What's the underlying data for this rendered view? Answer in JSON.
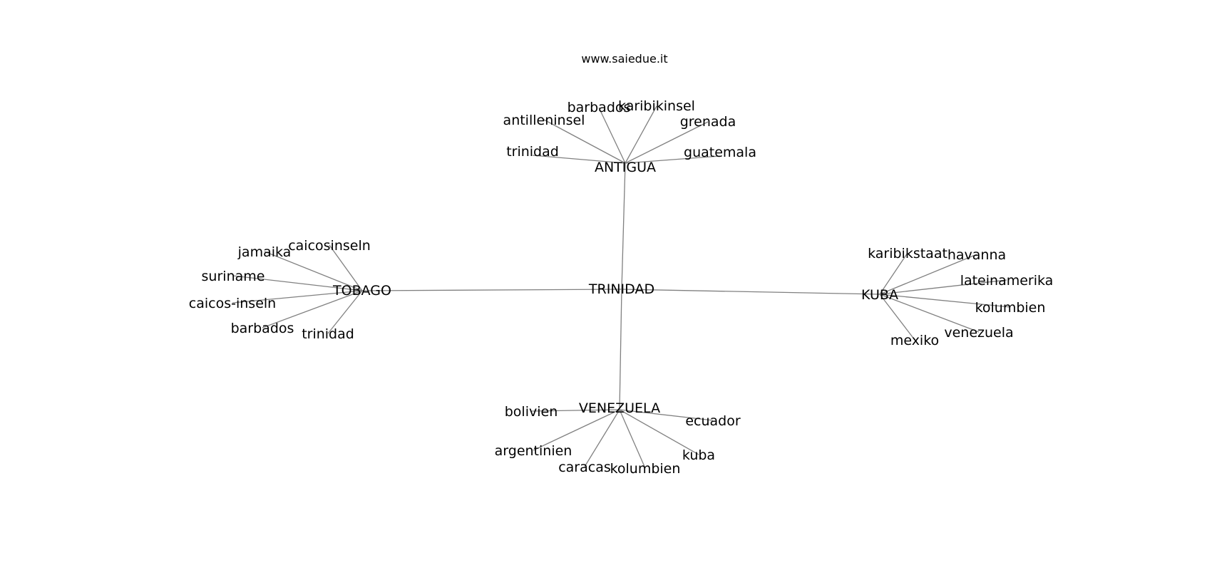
{
  "site": "www.saiedue.it",
  "colors": {
    "edge": "#808080",
    "text": "#000000",
    "background": "#ffffff"
  },
  "center": "TRINIDAD",
  "hubs": [
    {
      "id": "antigua",
      "label": "ANTIGUA",
      "leaves": [
        "trinidad",
        "antilleninsel",
        "barbados",
        "karibikinsel",
        "grenada",
        "guatemala"
      ]
    },
    {
      "id": "tobago",
      "label": "TOBAGO",
      "leaves": [
        "jamaika",
        "caicosinseln",
        "suriname",
        "caicos-inseln",
        "barbados",
        "trinidad"
      ]
    },
    {
      "id": "kuba",
      "label": "KUBA",
      "leaves": [
        "karibikstaat",
        "havanna",
        "lateinamerika",
        "kolumbien",
        "venezuela",
        "mexiko"
      ]
    },
    {
      "id": "venezuela",
      "label": "VENEZUELA",
      "leaves": [
        "bolivien",
        "argentinien",
        "caracas",
        "kolumbien",
        "kuba",
        "ecuador"
      ]
    }
  ]
}
